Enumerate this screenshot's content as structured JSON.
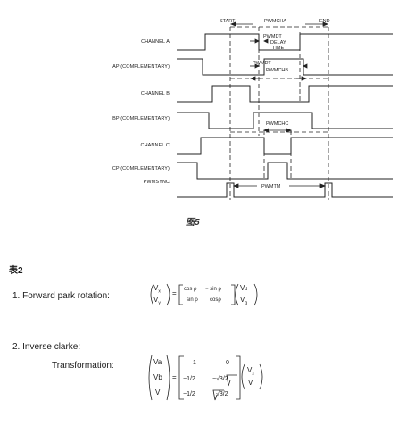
{
  "figure": {
    "signals": [
      {
        "label": "CHANNEL A"
      },
      {
        "label": "AP (COMPLEMENTARY)"
      },
      {
        "label": "CHANNEL B"
      },
      {
        "label": "BP (COMPLEMENTARY)"
      },
      {
        "label": "CHANNEL C"
      },
      {
        "label": "CP (COMPLEMENTARY)"
      },
      {
        "label": "PWMSYNC"
      }
    ],
    "annotations": {
      "start": "START",
      "pwmchA": "PWMCHA",
      "end": "END",
      "pwmdt1": "PWMDT",
      "delay": "DELAY",
      "time": "TIME",
      "pwmdt2": "PWMDT",
      "pwmchB": "PWMCHB",
      "pwmchC": "PWMCHC",
      "pwmtm": "PWMTM"
    },
    "caption": "图5"
  },
  "table_title": "表2",
  "eq1": {
    "label": "1. Forward park rotation:",
    "lhs_top": "V",
    "lhs_top_sub": "x",
    "lhs_bot": "V",
    "lhs_bot_sub": "y",
    "eq": "=",
    "m11": "cos ρ",
    "m12": "− sin ρ",
    "m21": "sin ρ",
    "m22": "cosρ",
    "rhs_top": "V",
    "rhs_top_sub": "d",
    "rhs_bot": "V",
    "rhs_bot_sub": "q"
  },
  "eq2": {
    "label": "2. Inverse clarke:",
    "sublabel": "Transformation:",
    "lhs1": "Va",
    "lhs2": "Vb",
    "lhs3": "V",
    "eq": "=",
    "m11": "1",
    "m12": "0",
    "m21": "−1/2",
    "m22": "−√3/2",
    "m31": "−1/2",
    "m32": "√3/2",
    "rhs1": "V",
    "rhs1_sub": "x",
    "rhs2": "V"
  }
}
